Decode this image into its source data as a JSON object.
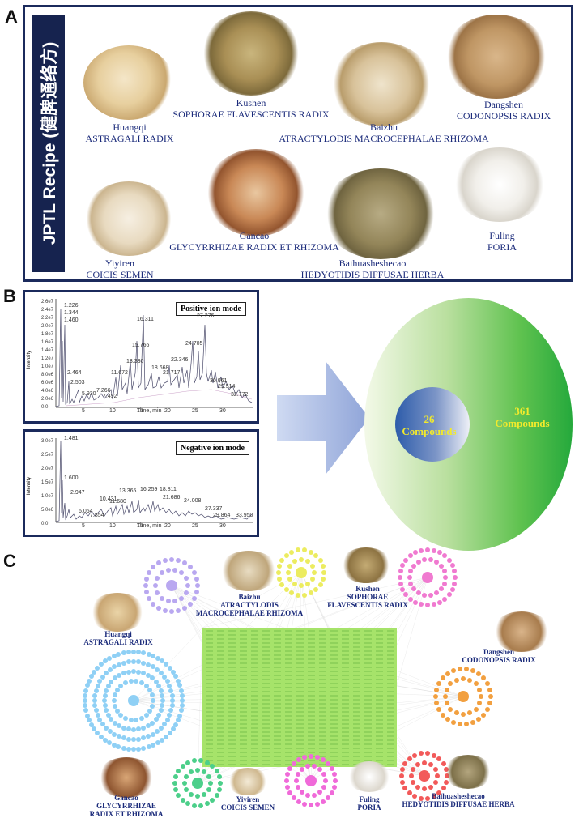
{
  "panel_labels": {
    "a": "A",
    "b": "B",
    "c": "C"
  },
  "recipe_title": "JPTL Recipe (健脾通络方)",
  "herbs_a": [
    {
      "pinyin": "Huangqi",
      "latin": "ASTRAGALI RADIX"
    },
    {
      "pinyin": "Kushen",
      "latin": "SOPHORAE FLAVESCENTIS RADIX"
    },
    {
      "pinyin": "Baizhu",
      "latin": "ATRACTYLODIS MACROCEPHALAE RHIZOMA"
    },
    {
      "pinyin": "Dangshen",
      "latin": "CODONOPSIS RADIX"
    },
    {
      "pinyin": "Yiyiren",
      "latin": "COICIS SEMEN"
    },
    {
      "pinyin": "Gancao",
      "latin": "GLYCYRRHIZAE RADIX ET RHIZOMA"
    },
    {
      "pinyin": "Baihuasheshecao",
      "latin": "HEDYOTIDIS DIFFUSAE HERBA"
    },
    {
      "pinyin": "Fuling",
      "latin": "PORIA"
    }
  ],
  "chromatograms": {
    "positive": {
      "mode_label": "Positive ion mode",
      "ylabel": "Intensity",
      "xlabel": "Time, min",
      "yticks": [
        "2.6e7",
        "2.4e7",
        "2.2e7",
        "2.0e7",
        "1.8e7",
        "1.6e7",
        "1.4e7",
        "1.2e7",
        "1.0e7",
        "8.0e6",
        "6.0e6",
        "4.0e6",
        "2.0e6",
        "0.0"
      ],
      "xticks": [
        "5",
        "10",
        "15",
        "20",
        "25",
        "30"
      ],
      "peaks": [
        "1.226",
        "1.344",
        "1.460",
        "2.464",
        "2.503",
        "5.930",
        "7.266",
        "7.492",
        "11.672",
        "13.330",
        "15.766",
        "16.311",
        "18.668",
        "21.717",
        "22.346",
        "24.705",
        "27.276",
        "30.061",
        "29.514",
        "32.772"
      ]
    },
    "negative": {
      "mode_label": "Negative ion mode",
      "ylabel": "Intensity",
      "xlabel": "Time, min",
      "yticks": [
        "3.0e7",
        "2.5e7",
        "2.0e7",
        "1.5e7",
        "1.0e7",
        "5.0e6",
        "0.0"
      ],
      "xticks": [
        "5",
        "10",
        "15",
        "20",
        "25",
        "30"
      ],
      "peaks": [
        "1.481",
        "1.600",
        "2.947",
        "6.064",
        "7.854",
        "10.431",
        "11.680",
        "13.365",
        "16.259",
        "18.811",
        "21.686",
        "24.008",
        "27.337",
        "29.864",
        "33.950"
      ]
    }
  },
  "venn": {
    "inner": {
      "count": "26",
      "label": "Compounds"
    },
    "outer": {
      "count": "361",
      "label": "Compounds"
    },
    "colors": {
      "inner": "#2c5fae",
      "outer": "#22a83a"
    }
  },
  "herbs_c": [
    {
      "pinyin": "Huangqi",
      "latin": "ASTRAGALI RADIX"
    },
    {
      "pinyin": "Baizhu",
      "latin": "ATRACTYLODIS",
      "latin2": "MACROCEPHALAE RHIZOMA"
    },
    {
      "pinyin": "Kushen",
      "latin": "SOPHORAE",
      "latin2": "FLAVESCENTIS RADIX"
    },
    {
      "pinyin": "Dangshen",
      "latin": "CODONOPSIS RADIX"
    },
    {
      "pinyin": "Gancao",
      "latin": "GLYCYRRHIZAE",
      "latin2": "RADIX ET RHIZOMA"
    },
    {
      "pinyin": "Yiyiren",
      "latin": "COICIS SEMEN"
    },
    {
      "pinyin": "Fuling",
      "latin": "PORIA"
    },
    {
      "pinyin": "Baihuasheshecao",
      "latin": "HEDYOTIDIS DIFFUSAE HERBA"
    }
  ],
  "network_colors": {
    "huangqi": "#b9a8f0",
    "gancao": "#8fd0f5",
    "yiyiren": "#4ccf8a",
    "fuling": "#f06ad9",
    "baihuasheshecao": "#f25a5a",
    "dangshen": "#f2a040",
    "kushen": "#f07ad0",
    "baizhu": "#ecec60",
    "targets": "#7fdc4a"
  }
}
